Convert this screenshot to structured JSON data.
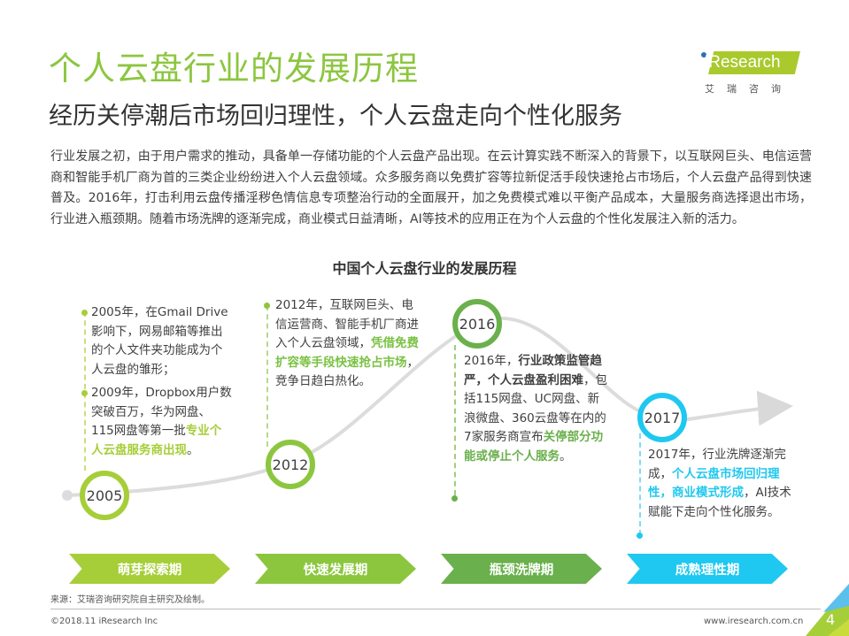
{
  "header": {
    "title": "个人云盘行业的发展历程",
    "subtitle": "经历关停潮后市场回归理性，个人云盘走向个性化服务"
  },
  "logo": {
    "brand": "iResearch",
    "brand_cn": "艾瑞咨询",
    "colors": {
      "band": "#a9c92c",
      "dot": "#2c6fb3"
    }
  },
  "intro": "行业发展之初，由于用户需求的推动，具备单一存储功能的个人云盘产品出现。在云计算实践不断深入的背景下，以互联网巨头、电信运营商和智能手机厂商为首的三类企业纷纷进入个人云盘领域。众多服务商以免费扩容等拉新促活手段快速抢占市场后，个人云盘产品得到快速普及。2016年，打击利用云盘传播淫秽色情信息专项整治行动的全面展开，加之免费模式难以平衡产品成本，大量服务商选择退出市场，行业进入瓶颈期。随着市场洗牌的逐渐完成，商业模式日益清晰，AI等技术的应用正在为个人云盘的个性化发展注入新的活力。",
  "chart": {
    "title": "中国个人云盘行业的发展历程",
    "milestones": [
      {
        "year": "2005",
        "color": "#a6ce39"
      },
      {
        "year": "2012",
        "color": "#8cc63f"
      },
      {
        "year": "2016",
        "color": "#6ab04c"
      },
      {
        "year": "2017",
        "color": "#1fc8f0"
      }
    ],
    "notes": {
      "n2005a": "2005年，在Gmail Drive影响下，网易邮箱等推出的个人文件夹功能成为个人云盘的雏形；",
      "n2009_plain": "2009年，Dropbox用户数突破百万，华为网盘、115网盘等第一批",
      "n2009_hl": "专业个人云盘服务商出现",
      "n2009_end": "。",
      "n2012_plain": "2012年，互联网巨头、电信运营商、智能手机厂商进入个人云盘领域，",
      "n2012_hl": "凭借免费扩容等手段快速抢占市场",
      "n2012_end": "，竞争日趋白热化。",
      "n2016_start": "2016年，",
      "n2016_bold": "行业政策监管趋严，个人云盘盈利困难",
      "n2016_mid": "，包括115网盘、UC网盘、新浪微盘、360云盘等在内的7家服务商宣布",
      "n2016_hl": "关停部分功能或停止个人服务",
      "n2016_end": "。",
      "n2017_plain": "2017年，行业洗牌逐渐完成，",
      "n2017_hl": "个人云盘市场回归理性，商业模式形成",
      "n2017_end": "，AI技术赋能下走向个性化服务。"
    },
    "phases": [
      {
        "label": "萌芽探索期",
        "color": "#a6ce39"
      },
      {
        "label": "快速发展期",
        "color": "#8cc63f"
      },
      {
        "label": "瓶颈洗牌期",
        "color": "#6ab04c"
      },
      {
        "label": "成熟理性期",
        "color": "#1fc8f0"
      }
    ]
  },
  "footer": {
    "source": "来源：艾瑞咨询研究院自主研究及绘制。",
    "copyright": "©2018.11 iResearch Inc",
    "url": "www.iresearch.com.cn",
    "page": "4"
  }
}
